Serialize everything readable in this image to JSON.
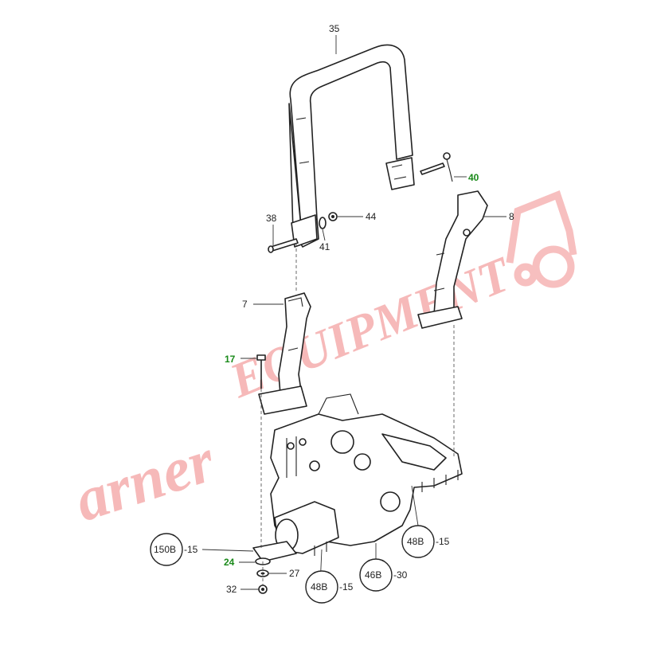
{
  "callouts": {
    "c35": "35",
    "c40": "40",
    "c38": "38",
    "c44": "44",
    "c41": "41",
    "c8": "8",
    "c7": "7",
    "c17": "17",
    "c24": "24",
    "c27": "27",
    "c32": "32"
  },
  "refs": {
    "r150b": "150B",
    "r150b_suffix": "-15",
    "r48b_right": "48B",
    "r48b_right_suffix": "-15",
    "r48b_bottom": "48B",
    "r48b_bottom_suffix": "-15",
    "r46b": "46B",
    "r46b_suffix": "-30"
  },
  "watermark": {
    "text_left": "arner",
    "text_right": "EQUIPMENT"
  },
  "colors": {
    "highlight_green": "#1a8a1a",
    "watermark_red": "#f08080"
  }
}
